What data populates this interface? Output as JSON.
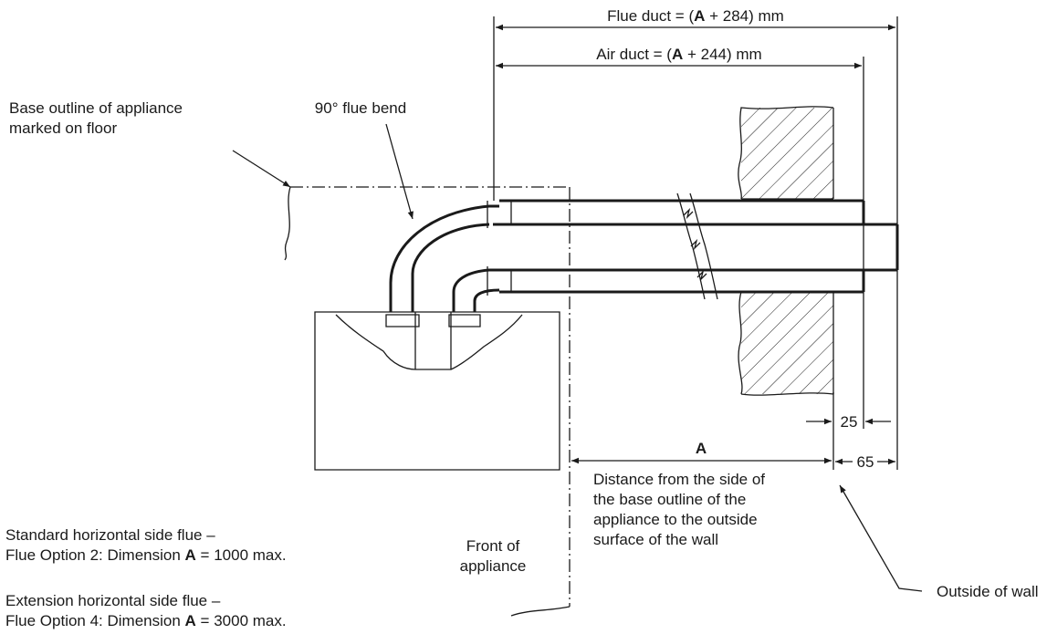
{
  "dimensions": {
    "flue_duct": {
      "prefix": "Flue duct = (",
      "var": "A",
      "suffix": " + 284) mm"
    },
    "air_duct": {
      "prefix": "Air duct = (",
      "var": "A",
      "suffix": " + 244) mm"
    },
    "a_label": "A",
    "dim_25": "25",
    "dim_65": "65"
  },
  "labels": {
    "base_outline_line1": "Base outline of appliance",
    "base_outline_line2": "marked on floor",
    "flue_bend": "90° flue bend",
    "front_line1": "Front of",
    "front_line2": "appliance",
    "outside_wall": "Outside of wall",
    "distance_lines": [
      "Distance from the side of",
      "the base outline of the",
      "appliance to the outside",
      "surface of the wall"
    ]
  },
  "notes": [
    {
      "title": "Standard horizontal side flue –",
      "prefix": "Flue Option 2: Dimension ",
      "var": "A",
      "suffix": " = 1000 max."
    },
    {
      "title": "Extension horizontal side flue –",
      "prefix": "Flue Option 4: Dimension ",
      "var": "A",
      "suffix": " = 3000 max."
    }
  ]
}
